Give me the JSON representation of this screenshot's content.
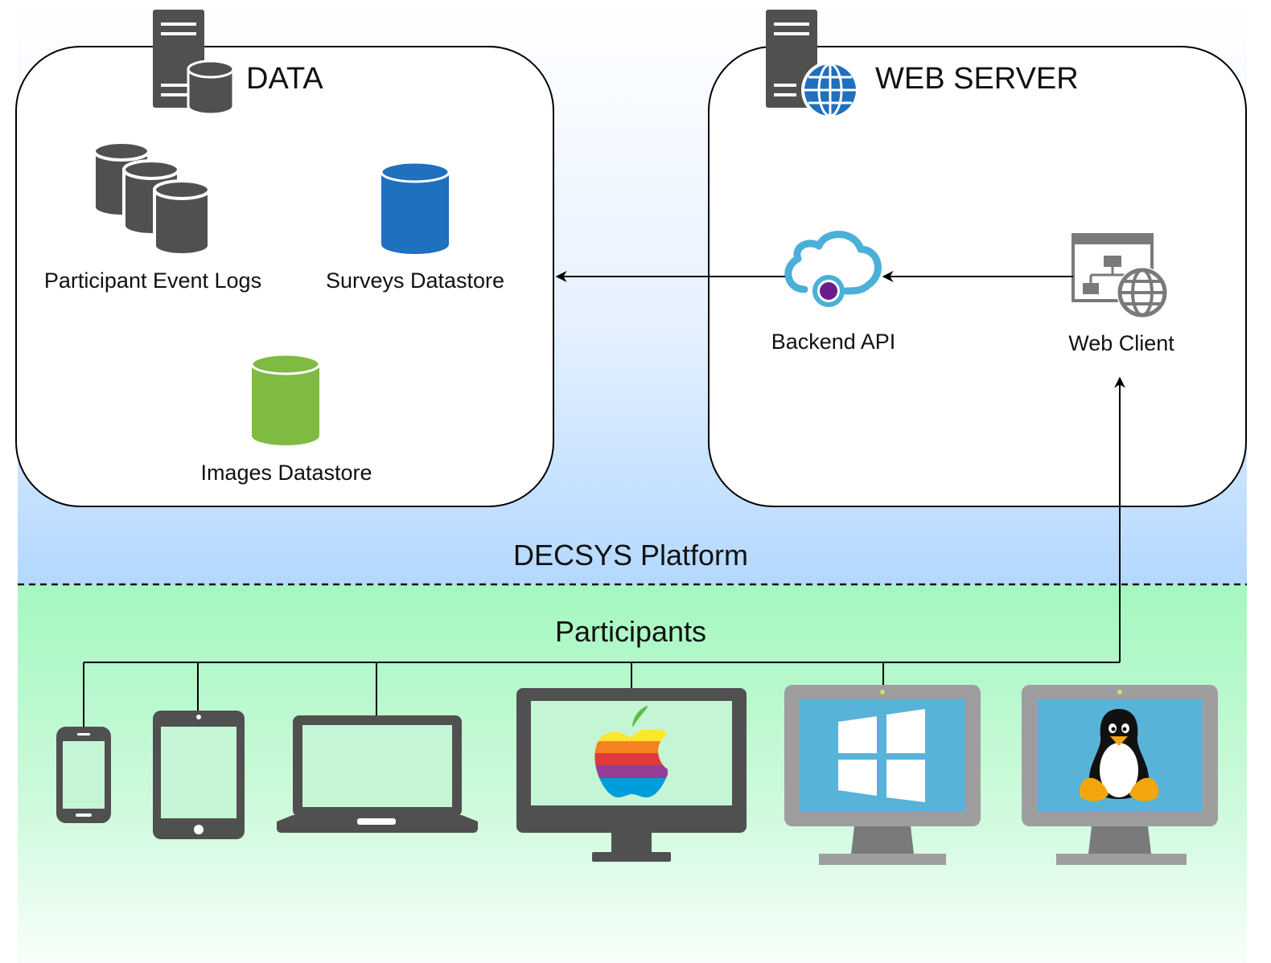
{
  "data_group": {
    "title": "DATA",
    "items": [
      {
        "label": "Participant Event Logs",
        "icon": "database-cluster-icon"
      },
      {
        "label": "Surveys Datastore",
        "icon": "database-icon",
        "color": "#1F70BE"
      },
      {
        "label": "Images Datastore",
        "icon": "database-icon",
        "color": "#7FBA42"
      }
    ]
  },
  "web_server_group": {
    "title": "WEB SERVER",
    "items": [
      {
        "label": "Backend API",
        "icon": "cloud-api-icon"
      },
      {
        "label": "Web Client",
        "icon": "web-app-icon"
      }
    ]
  },
  "zones": {
    "platform_label": "DECSYS Platform",
    "participants_label": "Participants"
  },
  "devices": [
    {
      "name": "smartphone",
      "icon": "smartphone-icon"
    },
    {
      "name": "tablet",
      "icon": "tablet-icon"
    },
    {
      "name": "laptop",
      "icon": "laptop-icon"
    },
    {
      "name": "mac",
      "icon": "apple-logo-icon"
    },
    {
      "name": "windows",
      "icon": "windows-logo-icon"
    },
    {
      "name": "linux",
      "icon": "linux-tux-icon"
    }
  ],
  "colors": {
    "dark_icon": "#505050",
    "surveys_db": "#1F70BE",
    "images_db": "#7FBA42",
    "platform_zone": "#B3D8FF",
    "participants_zone": "#A4F7C0",
    "monitor_screen": "#58B3D9",
    "cloud_stroke": "#4AB0DA",
    "cloud_dot": "#6A1E8C"
  }
}
